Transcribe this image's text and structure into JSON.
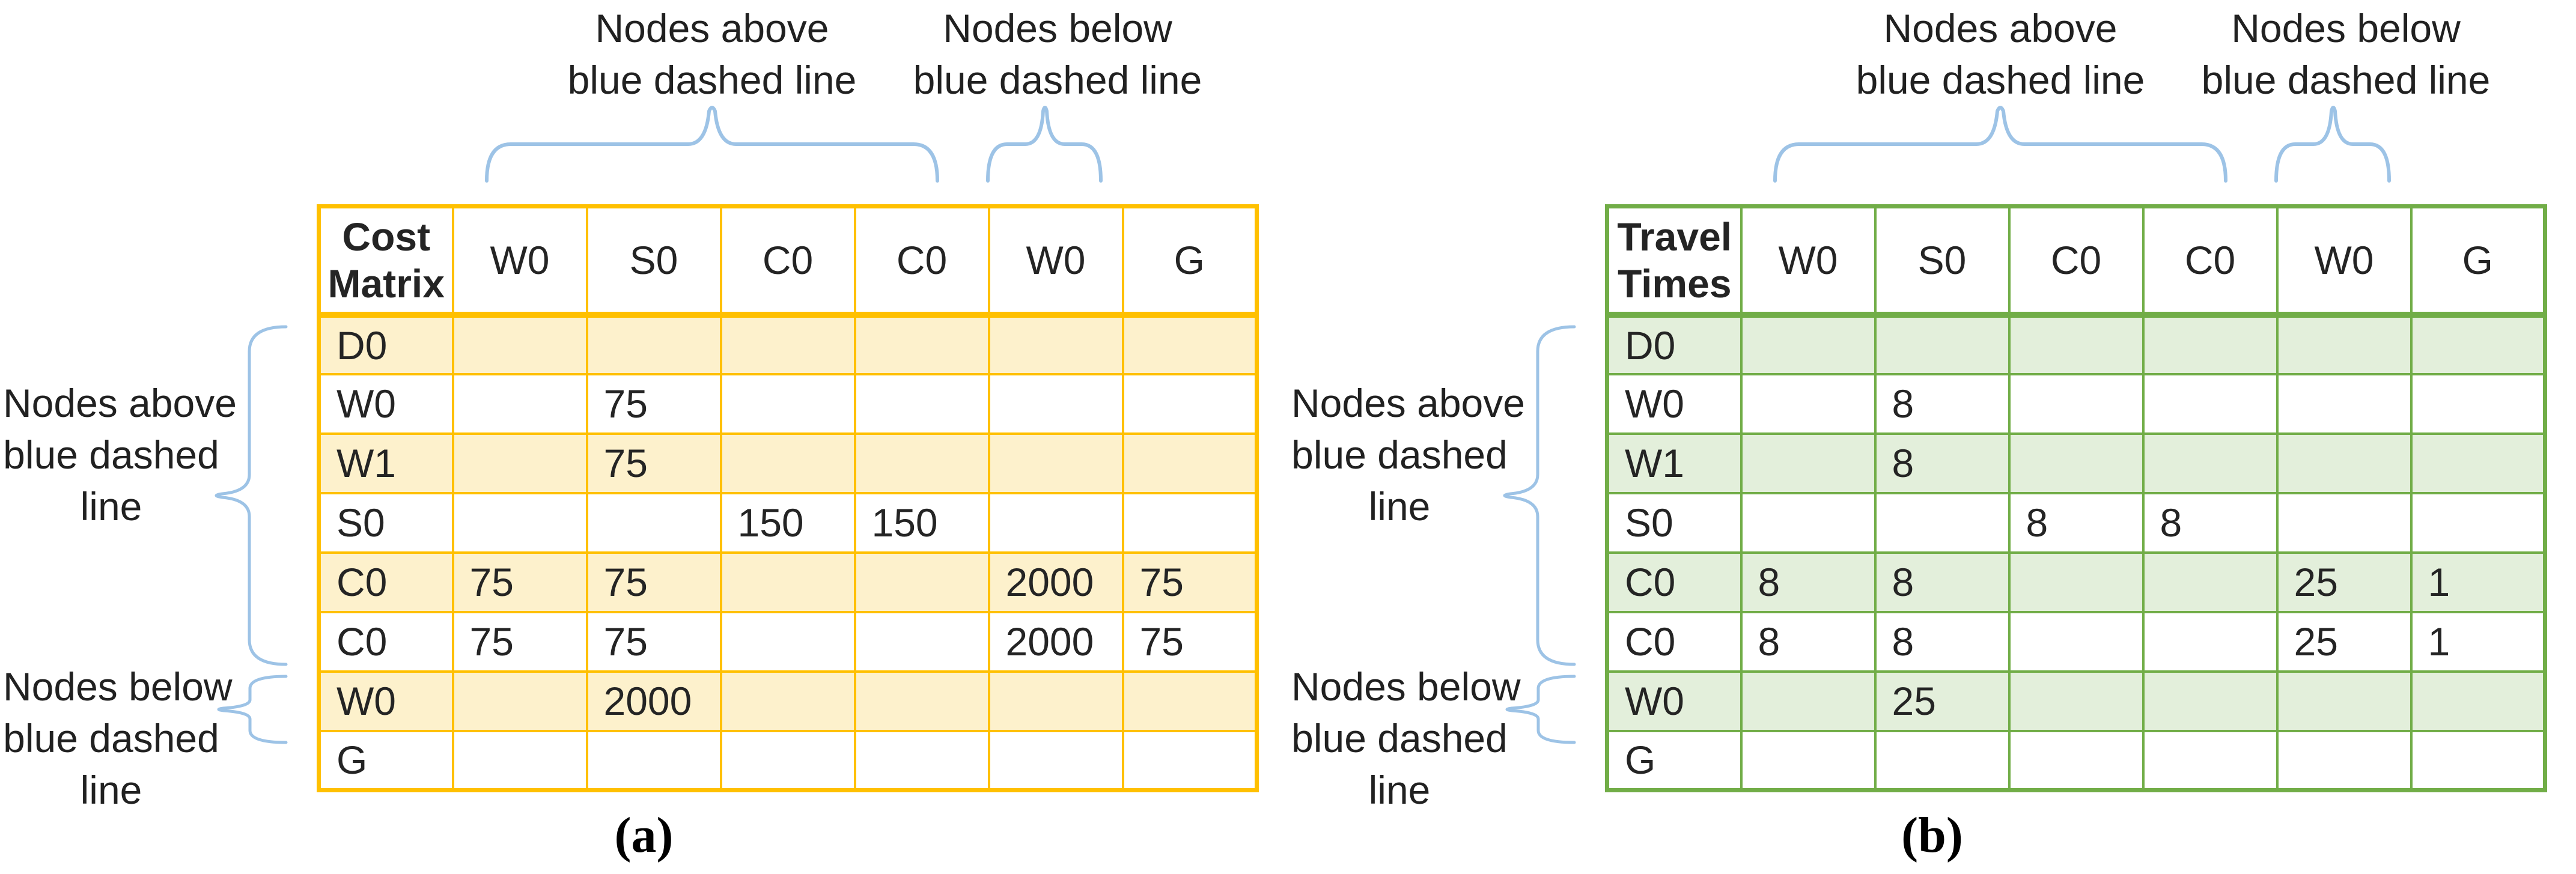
{
  "brace_color": "#9DC3E6",
  "panels": [
    {
      "name": "a",
      "caption": "(a)",
      "theme": {
        "border": "#FFC000",
        "fill": "#FDF1CC"
      },
      "annotations": {
        "top_above": [
          "Nodes above",
          "blue dashed line"
        ],
        "top_below": [
          "Nodes below",
          "blue dashed line"
        ],
        "left_above": [
          "Nodes above",
          "blue dashed",
          "line"
        ],
        "left_below": [
          "Nodes below",
          "blue dashed",
          "line"
        ]
      },
      "table": {
        "corner_label": "Cost Matrix",
        "columns": [
          "W0",
          "S0",
          "C0",
          "C0",
          "W0",
          "G"
        ],
        "rows": [
          {
            "label": "D0",
            "values": [
              "",
              "",
              "",
              "",
              "",
              ""
            ]
          },
          {
            "label": "W0",
            "values": [
              "",
              "75",
              "",
              "",
              "",
              ""
            ]
          },
          {
            "label": "W1",
            "values": [
              "",
              "75",
              "",
              "",
              "",
              ""
            ]
          },
          {
            "label": "S0",
            "values": [
              "",
              "",
              "150",
              "150",
              "",
              ""
            ]
          },
          {
            "label": "C0",
            "values": [
              "75",
              "75",
              "",
              "",
              "2000",
              "75"
            ]
          },
          {
            "label": "C0",
            "values": [
              "75",
              "75",
              "",
              "",
              "2000",
              "75"
            ]
          },
          {
            "label": "W0",
            "values": [
              "",
              "2000",
              "",
              "",
              "",
              ""
            ]
          },
          {
            "label": "G",
            "values": [
              "",
              "",
              "",
              "",
              "",
              ""
            ]
          }
        ]
      }
    },
    {
      "name": "b",
      "caption": "(b)",
      "theme": {
        "border": "#71AD47",
        "fill": "#E3EFDB"
      },
      "annotations": {
        "top_above": [
          "Nodes above",
          "blue dashed line"
        ],
        "top_below": [
          "Nodes below",
          "blue dashed line"
        ],
        "left_above": [
          "Nodes above",
          "blue dashed",
          "line"
        ],
        "left_below": [
          "Nodes below",
          "blue dashed",
          "line"
        ]
      },
      "table": {
        "corner_label": "Travel Times",
        "columns": [
          "W0",
          "S0",
          "C0",
          "C0",
          "W0",
          "G"
        ],
        "rows": [
          {
            "label": "D0",
            "values": [
              "",
              "",
              "",
              "",
              "",
              ""
            ]
          },
          {
            "label": "W0",
            "values": [
              "",
              "8",
              "",
              "",
              "",
              ""
            ]
          },
          {
            "label": "W1",
            "values": [
              "",
              "8",
              "",
              "",
              "",
              ""
            ]
          },
          {
            "label": "S0",
            "values": [
              "",
              "",
              "8",
              "8",
              "",
              ""
            ]
          },
          {
            "label": "C0",
            "values": [
              "8",
              "8",
              "",
              "",
              "25",
              "1"
            ]
          },
          {
            "label": "C0",
            "values": [
              "8",
              "8",
              "",
              "",
              "25",
              "1"
            ]
          },
          {
            "label": "W0",
            "values": [
              "",
              "25",
              "",
              "",
              "",
              ""
            ]
          },
          {
            "label": "G",
            "values": [
              "",
              "",
              "",
              "",
              "",
              ""
            ]
          }
        ]
      }
    }
  ]
}
